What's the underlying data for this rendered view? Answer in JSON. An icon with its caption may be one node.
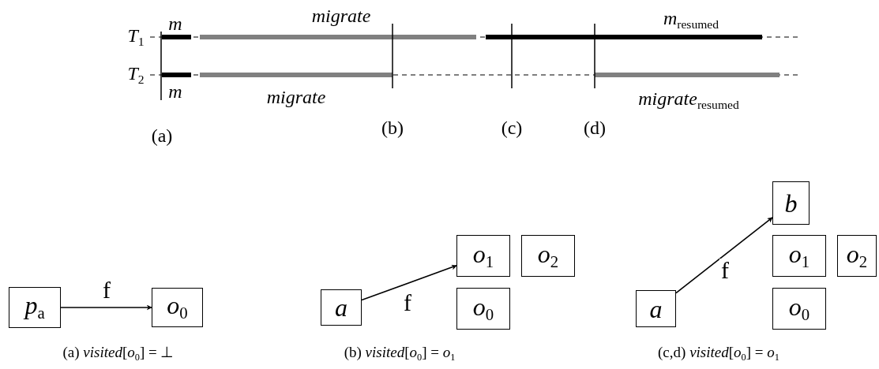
{
  "diagram": {
    "nodes": [
      {
        "text": [
          "p$_{a}$"
        ]
      },
      {
        "text": [
          "o$_{0}$"
        ]
      },
      {
        "text": [
          "a"
        ]
      },
      {
        "text": [
          "o$_{1}$"
        ]
      },
      {
        "text": [
          "o$_{2}$"
        ]
      },
      {
        "text": [
          "o$_{0}$"
        ]
      },
      {
        "text": [
          "a"
        ]
      },
      {
        "text": [
          "b"
        ]
      },
      {
        "text": [
          "o$_{1}$"
        ]
      },
      {
        "text": [
          "o$_{2}$"
        ]
      },
      {
        "text": [
          "o$_{0}$"
        ]
      }
    ],
    "edges": [
      {
        "from": 0,
        "to": 1,
        "arrow": "to",
        "label": "f"
      },
      {
        "from": 2,
        "to": 3,
        "arrow": "to",
        "label": "f"
      },
      {
        "from": 6,
        "to": 7,
        "arrow": "to",
        "label": "f"
      }
    ],
    "labels": [
      "m",
      "migrate",
      "m$_{resumed}$",
      "T$_{1}$",
      "T$_{2}$",
      "m",
      "migrate",
      "migrate$_{resumed}$",
      "(a)",
      "(b)",
      "(c)",
      "(d)",
      "(a) *visited*[*o*$_{0}$] = ⊥",
      "(b) *visited*[*o*$_{0}$] = *o*$_{1}$",
      "(c,d) *visited*[*o*$_{0}$] = *o*$_{1}$"
    ]
  }
}
